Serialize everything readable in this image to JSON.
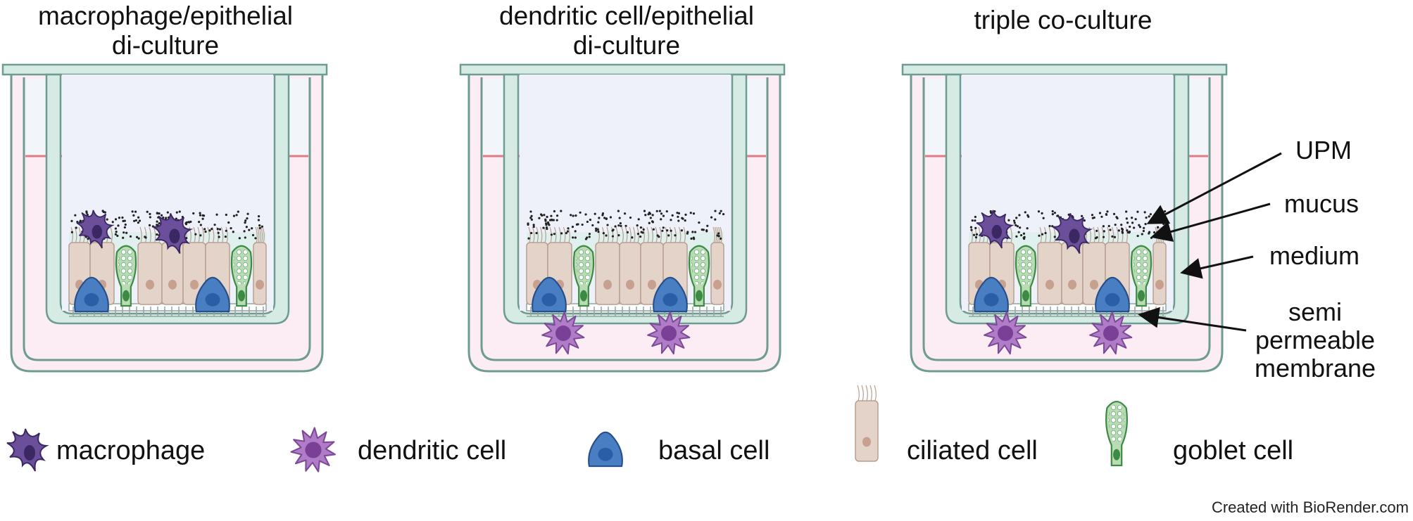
{
  "panels": [
    {
      "title_lines": [
        "macrophage/epithelial",
        "di-culture"
      ],
      "basolateral_dc": false,
      "apical_macrophage": true
    },
    {
      "title_lines": [
        "dendritic cell/epithelial",
        "di-culture"
      ],
      "basolateral_dc": true,
      "apical_macrophage": false
    },
    {
      "title_lines": [
        "triple co-culture"
      ],
      "basolateral_dc": true,
      "apical_macrophage": true
    }
  ],
  "annotations": {
    "upm": "UPM",
    "mucus": "mucus",
    "medium": "medium",
    "membrane_lines": [
      "semi",
      "permeable",
      "membrane"
    ]
  },
  "legend": [
    {
      "label": "macrophage",
      "icon": "macrophage-icon"
    },
    {
      "label": "dendritic cell",
      "icon": "dendritic-cell-icon"
    },
    {
      "label": "basal cell",
      "icon": "basal-cell-icon"
    },
    {
      "label": "ciliated cell",
      "icon": "ciliated-cell-icon"
    },
    {
      "label": "goblet cell",
      "icon": "goblet-cell-icon"
    }
  ],
  "credit": "Created with BioRender.com",
  "colors": {
    "insert_stroke": "#6f9c92",
    "insert_fill": "#d6ebe4",
    "medium": "#fcecf4",
    "apical_air": "#eef1f9",
    "meniscus": "#e07a86",
    "macrophage": "#5a3f86",
    "dendritic": "#a56dc0",
    "basal": "#3d6fb3",
    "ciliated": "#e1cfc4",
    "goblet": "#5aa35e"
  }
}
